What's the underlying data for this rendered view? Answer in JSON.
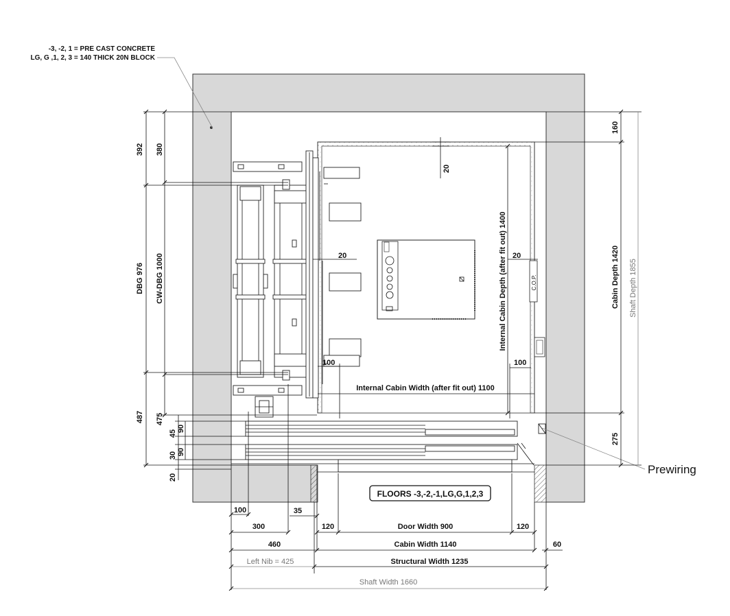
{
  "notes": {
    "line1": "-3, -2, 1 = PRE CAST CONCRETE",
    "line2": "LG, G ,1, 2, 3 = 140 THICK 20N BLOCK",
    "prewiring": "Prewiring",
    "floors": "FLOORS -3,-2,-1,LG,G,1,2,3",
    "cop": "C.O.P."
  },
  "dims": {
    "d392": "392",
    "d380": "380",
    "dbg": "DBG 976",
    "cwdbg": "CW-DBG 1000",
    "d487": "487",
    "d475": "475",
    "d45": "45",
    "d90a": "90",
    "d30": "30",
    "d90b": "90",
    "d20left": "20",
    "d160": "160",
    "d275": "275",
    "cabin_depth": "Cabin Depth 1420",
    "shaft_depth": "Shaft Depth 1855",
    "internal_depth": "Internal Cabin Depth (after fit out) 1400",
    "internal_width": "Internal Cabin Width (after fit out) 1100",
    "d20top": "20",
    "d20mid": "20",
    "d20right": "20",
    "d100a": "100",
    "d100b": "100",
    "d100c": "100",
    "d35": "35",
    "d300": "300",
    "d120a": "120",
    "door_width": "Door Width 900",
    "d120b": "120",
    "d460": "460",
    "cabin_width": "Cabin Width 1140",
    "d60": "60",
    "left_nib": "Left Nib = 425",
    "structural_width": "Structural Width 1235",
    "shaft_width": "Shaft Width 1660"
  }
}
